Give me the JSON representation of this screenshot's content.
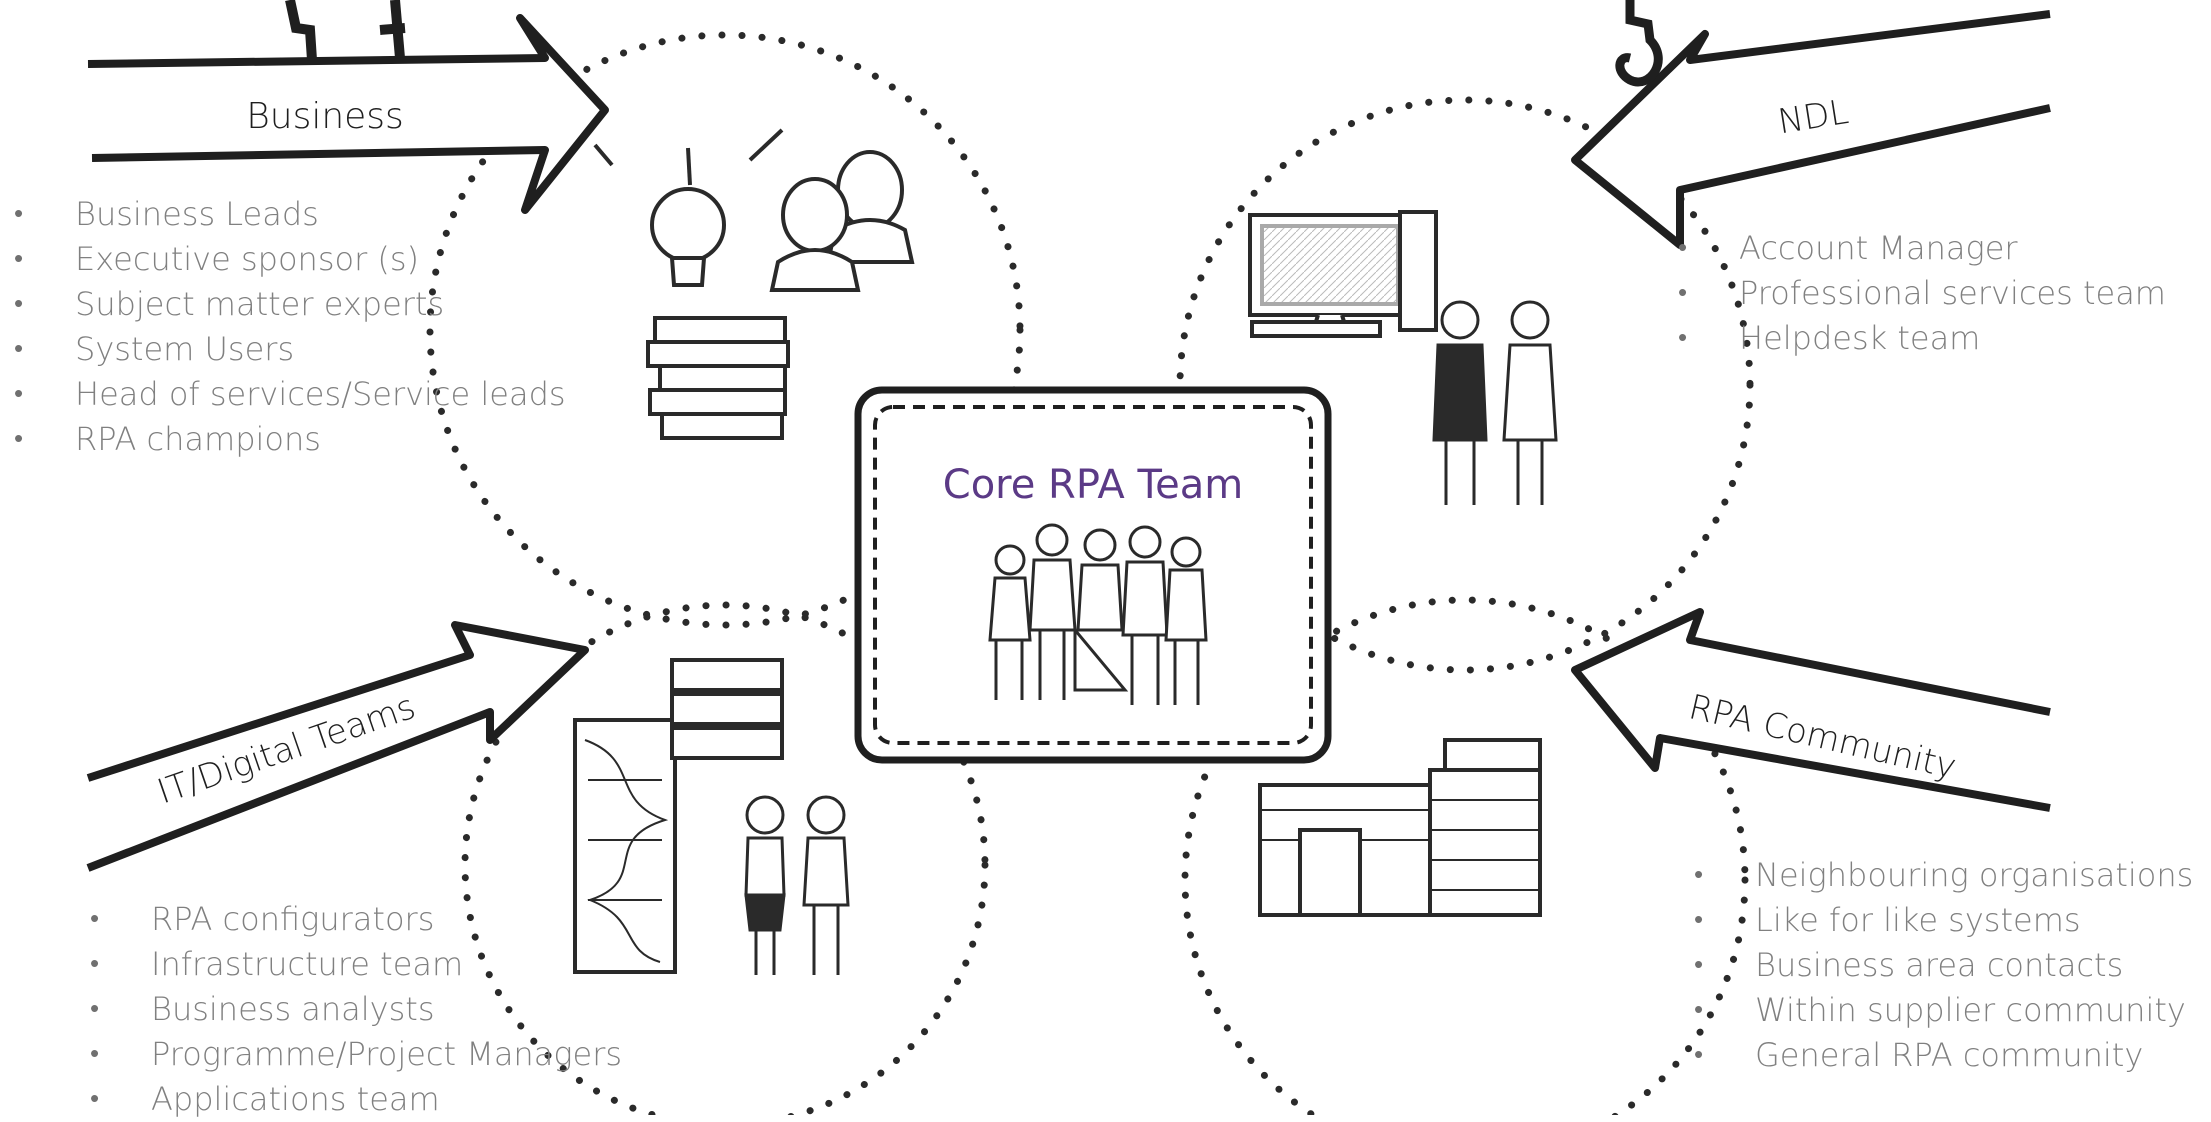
{
  "core": {
    "title": "Core RPA Team"
  },
  "groups": {
    "business": {
      "label": "Business",
      "items": [
        "Business Leads",
        "Executive sponsor (s)",
        "Subject matter experts",
        "System Users",
        "Head of services/Service leads",
        "RPA champions"
      ]
    },
    "ndl": {
      "label": "NDL",
      "items": [
        "Account Manager",
        "Professional services team",
        "Helpdesk team"
      ]
    },
    "it": {
      "label": "IT/Digital Teams",
      "items": [
        "RPA configurators",
        "Infrastructure team",
        "Business analysts",
        "Programme/Project Managers",
        "Applications team"
      ]
    },
    "community": {
      "label": "RPA Community",
      "items": [
        "Neighbouring organisations",
        "Like for like systems",
        "Business area contacts",
        "Within supplier community",
        "General RPA community"
      ]
    }
  },
  "colors": {
    "core_title": "#5b3a86",
    "text": "#808080",
    "ink": "#1f1f1f"
  }
}
